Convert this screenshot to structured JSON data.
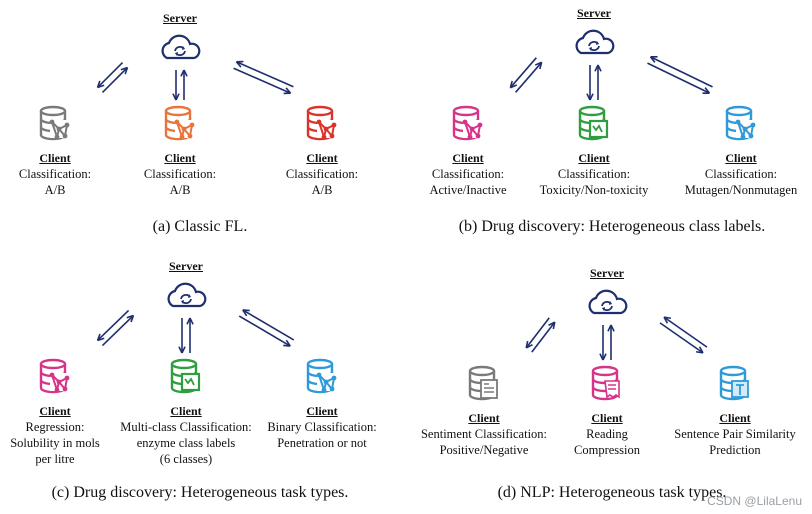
{
  "panels": [
    {
      "caption": "(a) Classic FL.",
      "server": "Server",
      "clients": [
        {
          "label": "Client",
          "lines": [
            "Classification:",
            "A/B"
          ],
          "color": "#7a7a7a",
          "icon": "database-network-icon"
        },
        {
          "label": "Client",
          "lines": [
            "Classification:",
            "A/B"
          ],
          "color": "#e8743b",
          "icon": "database-network-icon"
        },
        {
          "label": "Client",
          "lines": [
            "Classification:",
            "A/B"
          ],
          "color": "#d9342b",
          "icon": "database-network-icon"
        }
      ]
    },
    {
      "caption": "(b) Drug discovery: Heterogeneous class labels.",
      "server": "Server",
      "clients": [
        {
          "label": "Client",
          "lines": [
            "Classification:",
            "Active/Inactive"
          ],
          "color": "#d6338a",
          "icon": "database-network-icon"
        },
        {
          "label": "Client",
          "lines": [
            "Classification:",
            "Toxicity/Non-toxicity"
          ],
          "color": "#2e9e3f",
          "icon": "database-chart-icon"
        },
        {
          "label": "Client",
          "lines": [
            "Classification:",
            "Mutagen/Nonmutagen"
          ],
          "color": "#2f9ad8",
          "icon": "database-network-icon"
        }
      ]
    },
    {
      "caption": "(c) Drug discovery: Heterogeneous task types.",
      "server": "Server",
      "clients": [
        {
          "label": "Client",
          "lines": [
            "Regression:",
            "Solubility in mols",
            "per litre"
          ],
          "color": "#d6338a",
          "icon": "database-network-icon"
        },
        {
          "label": "Client",
          "lines": [
            "Multi-class Classification:",
            "enzyme class labels",
            "(6 classes)"
          ],
          "color": "#2e9e3f",
          "icon": "database-chart-icon"
        },
        {
          "label": "Client",
          "lines": [
            "Binary Classification:",
            "Penetration or not"
          ],
          "color": "#2f9ad8",
          "icon": "database-network-icon"
        }
      ]
    },
    {
      "caption": "(d) NLP: Heterogeneous task types.",
      "server": "Server",
      "clients": [
        {
          "label": "Client",
          "lines": [
            "Sentiment Classification:",
            "Positive/Negative"
          ],
          "color": "#7a7a7a",
          "icon": "database-document-icon"
        },
        {
          "label": "Client",
          "lines": [
            "Reading",
            "Compression"
          ],
          "color": "#d6338a",
          "icon": "database-receipt-icon"
        },
        {
          "label": "Client",
          "lines": [
            "Sentence Pair Similarity",
            "Prediction"
          ],
          "color": "#2f9ad8",
          "icon": "database-text-icon"
        }
      ]
    }
  ],
  "colors": {
    "server": "#1f2f6e",
    "arrow": "#1f2f6e"
  },
  "watermark": "CSDN @LilaLenu"
}
